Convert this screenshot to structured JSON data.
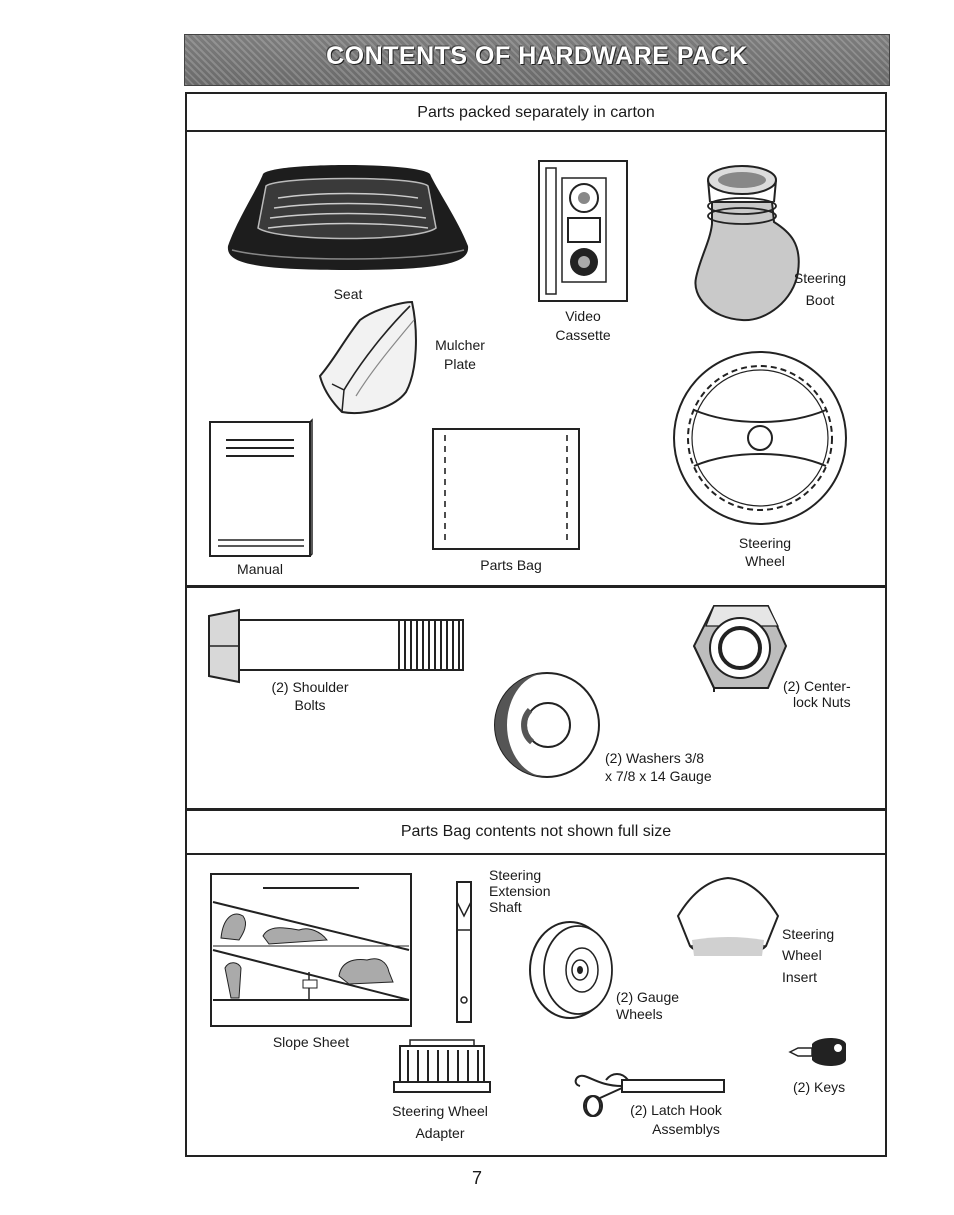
{
  "banner": {
    "title": "CONTENTS OF HARDWARE PACK"
  },
  "section1": {
    "header": "Parts packed separately in carton",
    "items": {
      "seat": "Seat",
      "video_cassette": [
        "Video",
        "Cassette"
      ],
      "steering_boot": [
        "Steering",
        "Boot"
      ],
      "mulcher_plate": [
        "Mulcher",
        "Plate"
      ],
      "manual": "Manual",
      "parts_bag": "Parts Bag",
      "steering_wheel": [
        "Steering",
        "Wheel"
      ]
    }
  },
  "section2": {
    "items": {
      "shoulder_bolts": [
        "(2) Shoulder",
        "Bolts"
      ],
      "washers": [
        "(2) Washers  3/8",
        "x 7/8 x 14 Gauge"
      ],
      "centerlock_nuts": [
        "(2) Center-",
        "lock Nuts"
      ]
    }
  },
  "section3": {
    "header": "Parts Bag contents not shown full size",
    "items": {
      "slope_sheet": "Slope Sheet",
      "extension_shaft": [
        "Steering",
        "Extension",
        "Shaft"
      ],
      "gauge_wheels": [
        "(2) Gauge",
        "Wheels"
      ],
      "wheel_insert": [
        "Steering",
        "Wheel",
        "Insert"
      ],
      "wheel_adapter": [
        "Steering Wheel",
        "Adapter"
      ],
      "latch_hook": [
        "(2) Latch Hook",
        "Assemblys"
      ],
      "keys": "(2) Keys"
    }
  },
  "page_number": "7"
}
